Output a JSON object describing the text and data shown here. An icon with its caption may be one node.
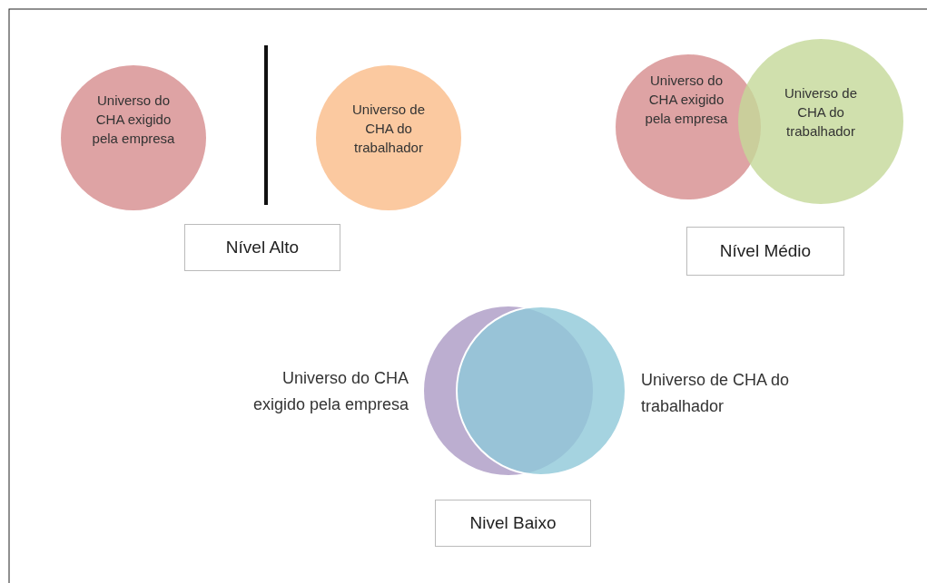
{
  "diagram": {
    "nodes": [
      {
        "text": [
          "Universo do CHA exigido pela empresa"
        ]
      },
      {
        "text": [
          "Universo de CHA do trabalhador"
        ]
      },
      {
        "text": [
          "Nível Alto"
        ]
      },
      {
        "text": [
          "Universo do CHA exigido pela empresa"
        ]
      },
      {
        "text": [
          "Universo de CHA do trabalhador"
        ]
      },
      {
        "text": [
          "Nível Médio"
        ]
      },
      {
        "text": [],
        "shape": "circle",
        "beside": [
          "Universo do CHA exigido pela empresa"
        ]
      },
      {
        "text": [],
        "shape": "circle",
        "beside": [
          "Universo de CHA do trabalhador"
        ]
      },
      {
        "text": [
          "Nivel Baixo"
        ]
      }
    ],
    "edges": []
  }
}
